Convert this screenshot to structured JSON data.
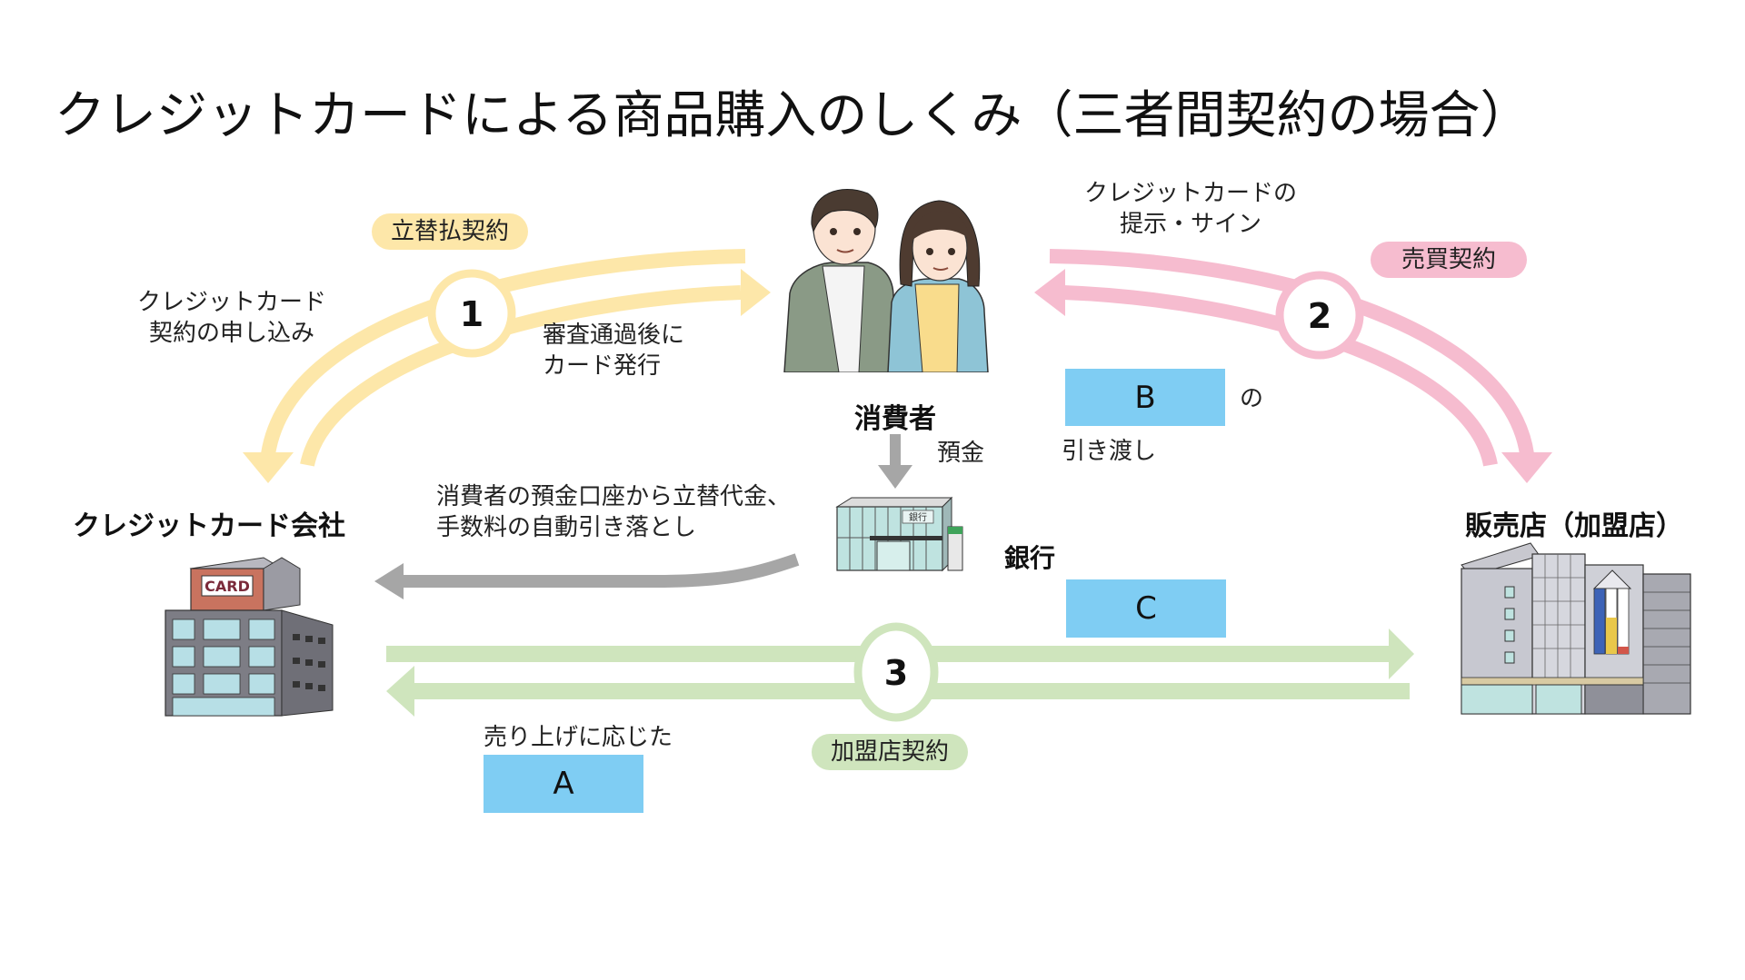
{
  "title": "クレジットカードによる商品購入のしくみ（三者間契約の場合）",
  "parties": {
    "consumer": {
      "label": "消費者",
      "icon": "couple-illustration"
    },
    "card_company": {
      "label": "クレジットカード会社",
      "icon": "card-company-building",
      "sign_text": "CARD"
    },
    "store": {
      "label": "販売店（加盟店）",
      "icon": "department-store-building"
    },
    "bank": {
      "label": "銀行",
      "icon": "bank-building",
      "sign_text": "銀行"
    }
  },
  "contracts": [
    {
      "number": "1",
      "badge": "立替払契約",
      "color": "#fde7a9",
      "arrow_color": "#fde7a9",
      "left_text": [
        "クレジットカード",
        "契約の申し込み"
      ],
      "right_text": [
        "審査通過後に",
        "カード発行"
      ]
    },
    {
      "number": "2",
      "badge": "売買契約",
      "color": "#f6bccf",
      "arrow_color": "#f6bccf",
      "top_text": [
        "クレジットカードの",
        "提示・サイン"
      ],
      "blank_label": "B",
      "blank_suffix": "の",
      "bottom_text": "引き渡し"
    },
    {
      "number": "3",
      "badge": "加盟店契約",
      "color": "#cfe5bd",
      "arrow_color": "#cfe5bd",
      "top_blank": "C",
      "bottom_text": "売り上げに応じた",
      "bottom_blank": "A"
    }
  ],
  "deposit_label": "預金",
  "debit_text": [
    "消費者の預金口座から立替代金、",
    "手数料の自動引き落とし"
  ],
  "colors": {
    "blank_box": "#7fcdf3",
    "grey_arrow": "#a6a6a6"
  }
}
